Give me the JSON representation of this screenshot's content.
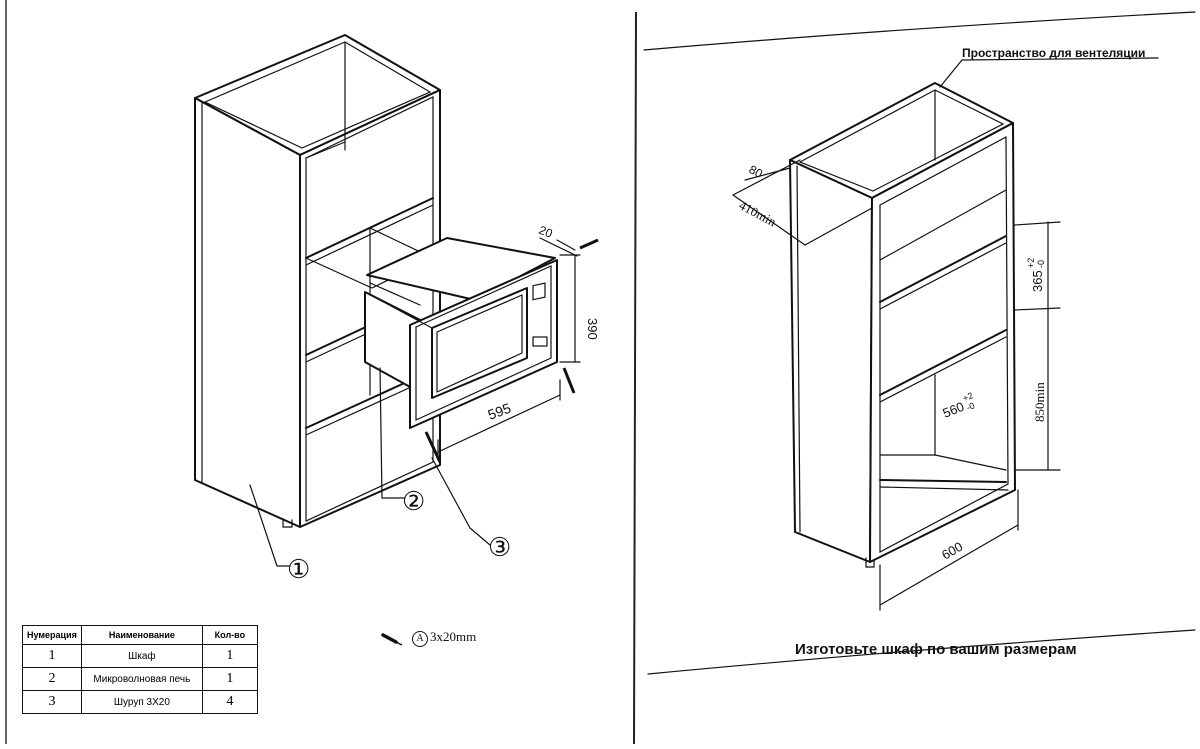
{
  "left_page": {
    "dimensions": {
      "depth": "20",
      "height": "390",
      "width": "595"
    },
    "callouts": [
      "①",
      "②",
      "③"
    ],
    "screw_note": {
      "letter": "A",
      "text": "3x20mm"
    },
    "parts_table": {
      "headers": [
        "Нумерация",
        "Наименование",
        "Кол-во"
      ],
      "rows": [
        {
          "num": "1",
          "name": "Шкаф",
          "qty": "1"
        },
        {
          "num": "2",
          "name": "Микроволновая печь",
          "qty": "1"
        },
        {
          "num": "3",
          "name": "Шуруп 3Х20",
          "qty": "4"
        }
      ]
    }
  },
  "right_page": {
    "ventilation_label": "Пространство для вентеляции",
    "dimensions": {
      "vent_gap": "80",
      "depth": "410min",
      "upper_height": "365",
      "upper_tol_top": "+2",
      "upper_tol_bottom": "-0",
      "lower_height": "850min",
      "inner_width": "560",
      "inner_tol_top": "+2",
      "inner_tol_bottom": "-0",
      "cabinet_width": "600"
    },
    "caption": "Изготовьте шкаф по вашим размерам"
  }
}
